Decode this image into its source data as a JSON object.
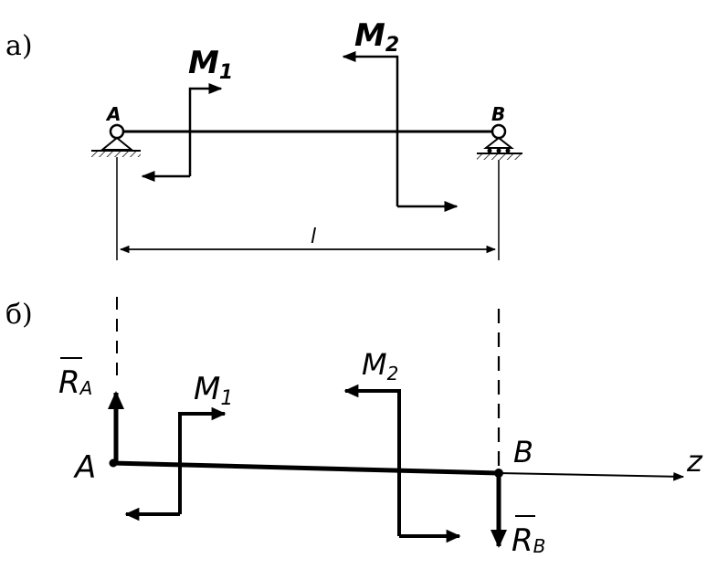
{
  "parts": {
    "a": "а)",
    "b": "б)"
  },
  "diagram_a": {
    "support_left": "A",
    "support_right": "B",
    "moment_1": {
      "letter": "M",
      "sub": "1"
    },
    "moment_2": {
      "letter": "M",
      "sub": "2"
    },
    "span": "l"
  },
  "diagram_b": {
    "point_left": "A",
    "point_right": "B",
    "axis": "z",
    "moment_1": {
      "letter": "M",
      "sub": "1"
    },
    "moment_2": {
      "letter": "M",
      "sub": "2"
    },
    "reaction_a": {
      "letter": "R",
      "sub": "A"
    },
    "reaction_b": {
      "letter": "R",
      "sub": "B"
    }
  },
  "colors": {
    "ink": "#000000",
    "paper": "#ffffff"
  }
}
